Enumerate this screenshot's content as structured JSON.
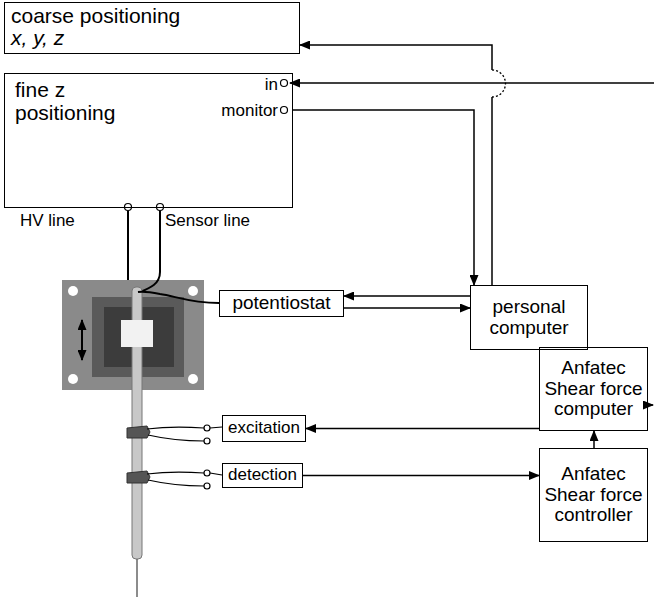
{
  "diagram": {
    "nodes": [
      {
        "text": [
          "coarse positioning",
          "x, y, z"
        ]
      },
      {
        "text": [
          "fine z positioning",
          "in",
          "monitor"
        ]
      },
      {
        "text": [
          "potentiostat"
        ]
      },
      {
        "text": [
          "personal computer"
        ]
      },
      {
        "text": [
          "Anfatec Shear force computer"
        ]
      },
      {
        "text": [
          "excitation"
        ]
      },
      {
        "text": [
          "detection"
        ]
      },
      {
        "text": [
          "Anfatec Shear force controller"
        ]
      }
    ],
    "edges": [
      {
        "from": 3,
        "to": 0,
        "arrow": "to"
      },
      {
        "from": 1,
        "to": 3,
        "arrow": "to"
      },
      {
        "from": 3,
        "to": 2,
        "arrow": "to"
      },
      {
        "from": 2,
        "to": 3,
        "arrow": "to"
      },
      {
        "from": 4,
        "to": 5,
        "arrow": "to"
      },
      {
        "from": 6,
        "to": 7,
        "arrow": "to"
      },
      {
        "from": 7,
        "to": 4,
        "arrow": "to"
      }
    ],
    "labels": [
      "HV line",
      "Sensor line"
    ]
  }
}
